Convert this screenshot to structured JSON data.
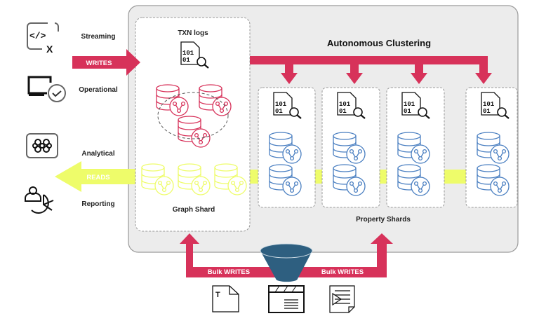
{
  "title": "Autonomous Clustering",
  "graph_shard": {
    "label": "Graph Shard",
    "txn_label": "TXN logs"
  },
  "property_shards": {
    "label": "Property Shards",
    "count": 4
  },
  "txn_icon_text": {
    "line1": "101",
    "line2": "01"
  },
  "workloads": [
    {
      "label": "Streaming",
      "icon": "code-icon"
    },
    {
      "label": "Operational",
      "icon": "monitor-check-icon"
    },
    {
      "label": "Analytical",
      "icon": "flower-icon"
    },
    {
      "label": "Reporting",
      "icon": "user-chart-icon"
    }
  ],
  "arrows": {
    "writes": "WRITES",
    "reads": "READS",
    "bulk_left": "Bulk WRITES",
    "bulk_right": "Bulk WRITES"
  },
  "icon_letters": {
    "x_mark": "X",
    "t_doc": "T"
  },
  "colors": {
    "writes": "#d7325a",
    "reads": "#eefc6a",
    "graph_db": "#d7325a",
    "property_db": "#4a7fc1",
    "funnel": "#2e5f80",
    "panel": "#ececec"
  }
}
